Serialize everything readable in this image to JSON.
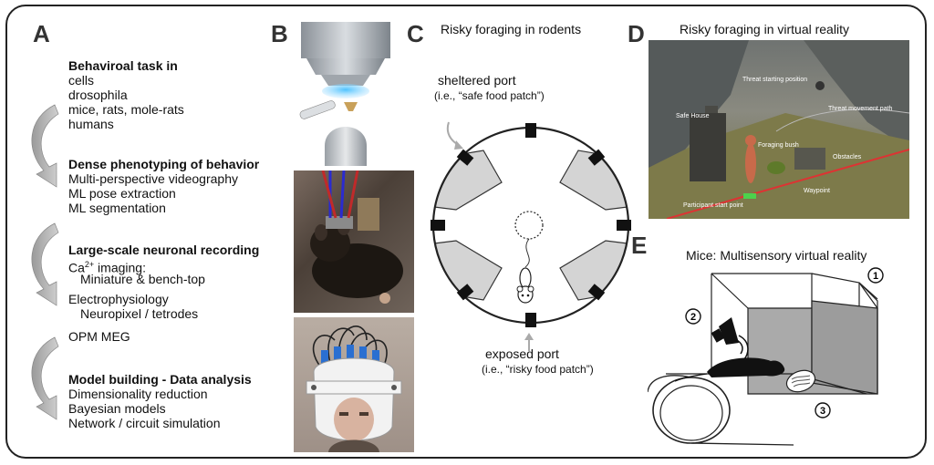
{
  "panels": {
    "a": "A",
    "b": "B",
    "c": "C",
    "d": "D",
    "e": "E"
  },
  "panelA": {
    "s1_title": "Behaviroal task in",
    "s1_items": [
      "cells",
      "drosophila",
      "mice, rats, mole-rats",
      "humans"
    ],
    "s2_title": "Dense phenotyping of behavior",
    "s2_items": [
      "Multi-perspective videography",
      "ML pose extraction",
      "ML segmentation"
    ],
    "s3_title": "Large-scale neuronal recording",
    "s3_ca": "Ca",
    "s3_ca_sup": "2+",
    "s3_ca_rest": " imaging:",
    "s3_ca_sub": "Miniature & bench-top",
    "s3_ephys": "Electrophysiology",
    "s3_ephys_sub": "Neuropixel / tetrodes",
    "s3_opm": "OPM MEG",
    "s4_title": "Model building - Data analysis",
    "s4_items": [
      "Dimensionality reduction",
      "Bayesian models",
      "Network / circuit simulation"
    ]
  },
  "panelC": {
    "title": "Risky foraging in rodents",
    "sheltered": "sheltered port",
    "sheltered_sub": "(i.e., “safe food patch”)",
    "exposed": "exposed port",
    "exposed_sub": "(i.e., “risky food patch”)"
  },
  "panelD": {
    "title": "Risky foraging in virtual reality",
    "labels": {
      "threat_pos": "Threat starting position",
      "threat_path": "Threat movement path",
      "safe": "Safe House",
      "bush": "Foraging bush",
      "obstacles": "Obstacles",
      "waypoint": "Waypoint",
      "start": "Participant start point"
    }
  },
  "panelE": {
    "title": "Mice: Multisensory virtual reality",
    "n1": "1",
    "n2": "2",
    "n3": "3"
  },
  "colors": {
    "frame": "#222222",
    "gray_arrow": "#b0b0b0",
    "box_fill": "#aaaaaa"
  }
}
